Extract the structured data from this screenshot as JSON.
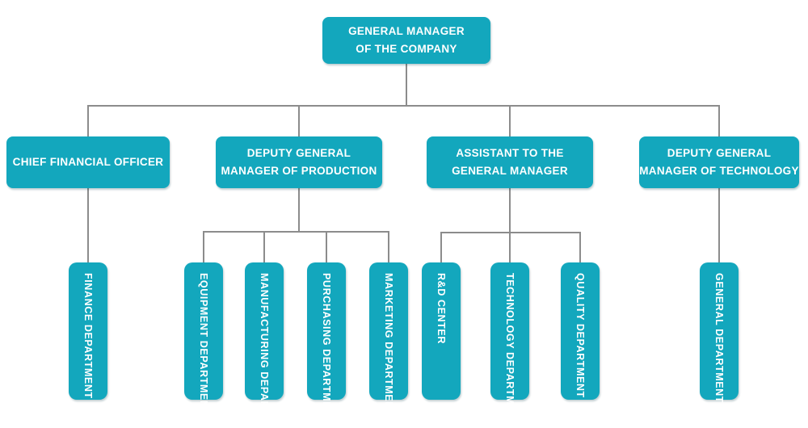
{
  "theme": {
    "node_fill": "#13a7bd",
    "node_text": "#ffffff",
    "line_color": "#8c8c8c",
    "background": "#ffffff"
  },
  "org_chart": {
    "type": "organizational-chart",
    "nodes": {
      "general_manager": {
        "label": "GENERAL MANAGER\nOF THE COMPANY"
      },
      "chief_financial_officer": {
        "label": "CHIEF FINANCIAL OFFICER"
      },
      "deputy_gm_production": {
        "label": "DEPUTY GENERAL\nMANAGER OF PRODUCTION"
      },
      "assistant_to_gm": {
        "label": "ASSISTANT TO THE\nGENERAL MANAGER"
      },
      "deputy_gm_technology": {
        "label": "DEPUTY GENERAL\nMANAGER OF TECHNOLOGY"
      },
      "finance_department": {
        "label": "FINANCE DEPARTMENT"
      },
      "equipment_department": {
        "label": "EQUIPMENT DEPARTMENT"
      },
      "manufacturing_department": {
        "label": "MANUFACTURING DEPARTMENT"
      },
      "purchasing_department": {
        "label": "PURCHASING DEPARTMENT"
      },
      "marketing_department": {
        "label": "MARKETING DEPARTMENT"
      },
      "rd_center": {
        "label": "R&D CENTER"
      },
      "technology_department": {
        "label": "TECHNOLOGY DEPARTMENT"
      },
      "quality_department": {
        "label": "QUALITY DEPARTMENT"
      },
      "general_department": {
        "label": "GENERAL DEPARTMENT"
      }
    },
    "hierarchy": {
      "general_manager": [
        "chief_financial_officer",
        "deputy_gm_production",
        "assistant_to_gm",
        "deputy_gm_technology"
      ],
      "chief_financial_officer": [
        "finance_department"
      ],
      "deputy_gm_production": [
        "equipment_department",
        "manufacturing_department",
        "purchasing_department",
        "marketing_department"
      ],
      "assistant_to_gm": [
        "rd_center",
        "technology_department",
        "quality_department"
      ],
      "deputy_gm_technology": [
        "general_department"
      ]
    }
  }
}
